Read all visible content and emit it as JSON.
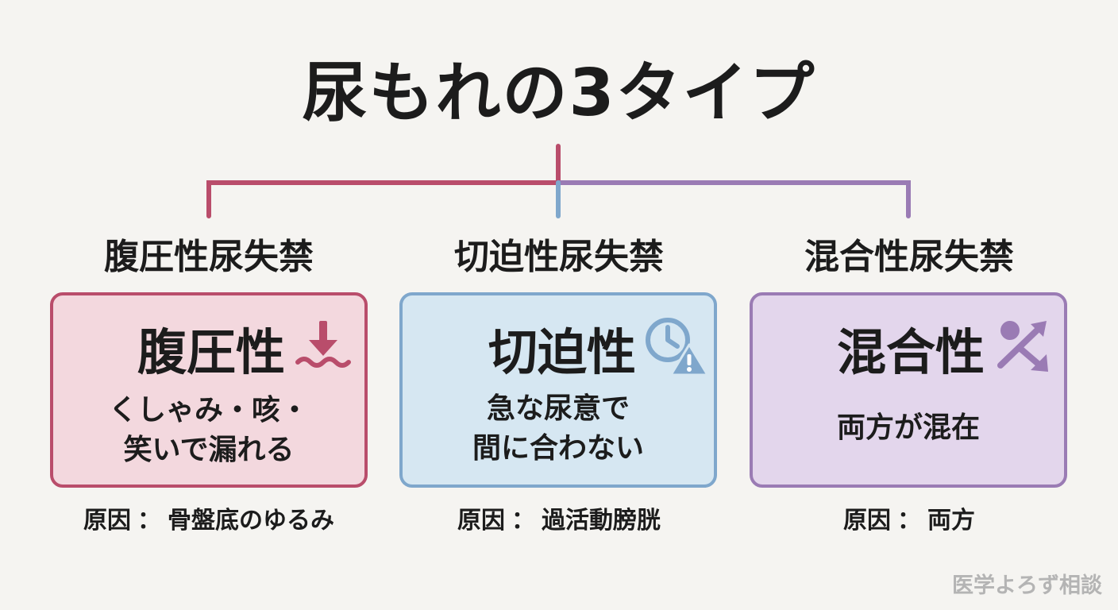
{
  "title": "尿もれの3タイプ",
  "colors": {
    "background": "#f5f4f1",
    "stress": "#b94d6b",
    "stress_fill": "#f3d8de",
    "urge": "#7fa7cc",
    "urge_fill": "#d6e7f2",
    "mixed": "#9a7bb4",
    "mixed_fill": "#e3d6ec"
  },
  "types": [
    {
      "heading": "腹圧性尿失禁",
      "card_title": "腹圧性",
      "icon": "arrow-down-wave-icon",
      "description": [
        "くしゃみ・咳・",
        "笑いで漏れる"
      ],
      "cause_label": "原因",
      "cause_sep": "：",
      "cause": "骨盤底のゆるみ"
    },
    {
      "heading": "切迫性尿失禁",
      "card_title": "切迫性",
      "icon": "clock-warning-icon",
      "description": [
        "急な尿意で",
        "間に合わない"
      ],
      "cause_label": "原因",
      "cause_sep": "：",
      "cause": "過活動膀胱"
    },
    {
      "heading": "混合性尿失禁",
      "card_title": "混合性",
      "icon": "mixed-arrows-icon",
      "description": [
        "両方が混在"
      ],
      "cause_label": "原因",
      "cause_sep": "：",
      "cause": "両方"
    }
  ],
  "watermark": "医学よろず相談"
}
